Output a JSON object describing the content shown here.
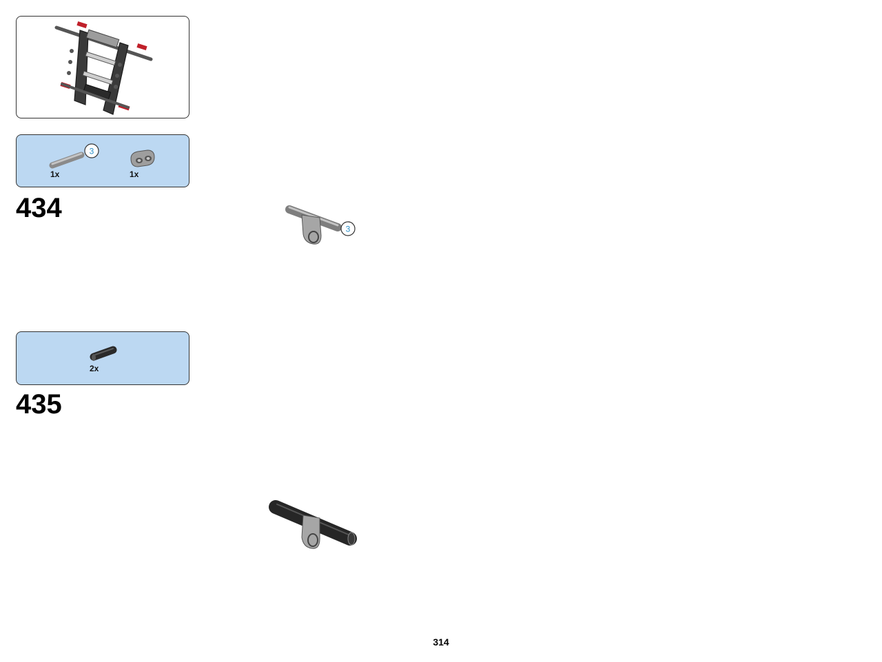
{
  "page_number": "314",
  "steps": [
    {
      "number": "434",
      "parts": [
        {
          "icon": "gray-axle-icon",
          "quantity": "1x",
          "length_callout": "3"
        },
        {
          "icon": "gray-beam-connector-icon",
          "quantity": "1x"
        }
      ],
      "assembly_callout": "3"
    },
    {
      "number": "435",
      "parts": [
        {
          "icon": "black-axle-pin-icon",
          "quantity": "2x"
        }
      ]
    }
  ],
  "colors": {
    "parts_box_bg": "#bcd8f2",
    "callout": "#2a8fc8",
    "gray_part": "#a8a8a8",
    "black_part": "#2a2a2a",
    "red_part": "#c0202a"
  }
}
